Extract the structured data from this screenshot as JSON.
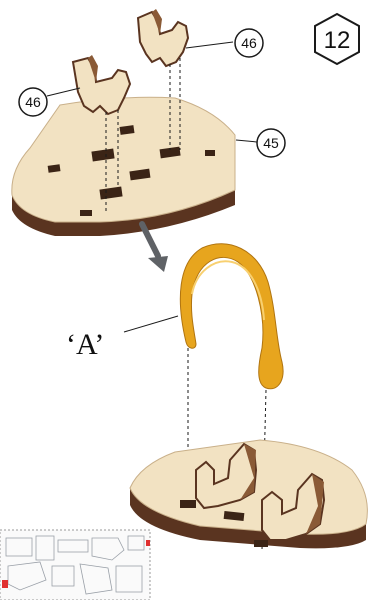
{
  "step": {
    "number": "12"
  },
  "parts": {
    "piece_46_left": "46",
    "piece_46_right": "46",
    "base_45": "45"
  },
  "band_label": "‘A’",
  "colors": {
    "wood_light": "#f2e2c2",
    "wood_edge": "#5a3420",
    "band": "#e7a51e",
    "arrow": "#5f6266",
    "outline": "#1a1a1a"
  }
}
